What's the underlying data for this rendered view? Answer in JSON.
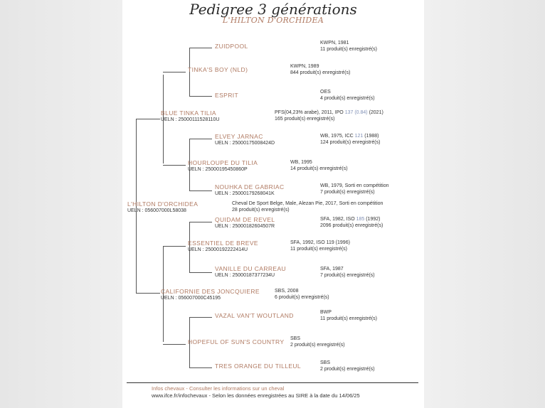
{
  "header": {
    "title": "Pedigree 3 générations",
    "subtitle": "L'HILTON D'ORCHIDEA"
  },
  "subject": {
    "name": "L'HILTON D'ORCHIDEA",
    "ueln": "UELN : 056007000L58038",
    "info1": "Cheval De Sport Belge, Male, Alezan Pie, 2017, Sorti en compétition",
    "info2": "28 produit(s) enregistré(s)"
  },
  "sire": {
    "name": "BLUE TINKA TILIA",
    "ueln": "UELN : 25000111528110U",
    "info1_pre": "PFS(04,23% arabe), 2011, IPO ",
    "info1_hl": "137 (0.84)",
    "info1_post": " (2021)",
    "info2": "165 produit(s) enregistré(s)"
  },
  "sire_sire": {
    "name": "TINKA'S BOY (NLD)",
    "info1": "KWPN, 1989",
    "info2": "844 produit(s) enregistré(s)"
  },
  "sire_sire_sire": {
    "name": "ZUIDPOOL",
    "info1": "KWPN, 1981",
    "info2": "11 produit(s) enregistré(s)"
  },
  "sire_sire_dam": {
    "name": "ESPRIT",
    "info1": "OES",
    "info2": "4 produit(s) enregistré(s)"
  },
  "sire_dam": {
    "name": "HOURLOUPE DU TILIA",
    "ueln": "UELN : 25000195450860P",
    "info1": "WB, 1995",
    "info2": "14 produit(s) enregistré(s)"
  },
  "sire_dam_sire": {
    "name": "ELVEY JARNAC",
    "ueln": "UELN : 25000175008424D",
    "info1_pre": "WB, 1975, ICC ",
    "info1_hl": "121",
    "info1_post": " (1988)",
    "info2": "124 produit(s) enregistré(s)"
  },
  "sire_dam_dam": {
    "name": "NOUHKA DE GABRIAC",
    "ueln": "UELN : 25000179268041K",
    "info1": "WB, 1979, Sorti en compétition",
    "info2": "7 produit(s) enregistré(s)"
  },
  "dam": {
    "name": "CALIFORNIE DES JONCQUIERE",
    "ueln": "UELN : 056007000C45195",
    "info1": "SBS, 2008",
    "info2": "6 produit(s) enregistré(s)"
  },
  "dam_sire": {
    "name": "ESSENTIEL DE BREVE",
    "ueln": "UELN : 25000192222414U",
    "info1": "SFA, 1992, ISO 119 (1996)",
    "info2": "11 produit(s) enregistré(s)"
  },
  "dam_sire_sire": {
    "name": "QUIDAM DE REVEL",
    "ueln": "UELN : 25000182604507R",
    "info1_pre": "SFA, 1982, ISO ",
    "info1_hl": "185",
    "info1_post": " (1992)",
    "info2": "2096 produit(s) enregistré(s)"
  },
  "dam_sire_dam": {
    "name": "VANILLE DU CARREAU",
    "ueln": "UELN : 25000187377234U",
    "info1": "SFA, 1987",
    "info2": "7 produit(s) enregistré(s)"
  },
  "dam_dam": {
    "name": "HOPEFUL OF SUN'S COUNTRY",
    "info1": "SBS",
    "info2": "2 produit(s) enregistré(s)"
  },
  "dam_dam_sire": {
    "name": "VAZAL VAN'T WOUTLAND",
    "info1": "BWP",
    "info2": "11 produit(s) enregistré(s)"
  },
  "dam_dam_dam": {
    "name": "TRES ORANGE DU TILLEUL",
    "info1": "SBS",
    "info2": "2 produit(s) enregistré(s)"
  },
  "footer": {
    "line1": "Infos chevaux - Consulter les informations sur un cheval",
    "line2": "www.ifce.fr/infochevaux - Selon les données enregistrées au SIRE à la date du 14/06/25"
  }
}
